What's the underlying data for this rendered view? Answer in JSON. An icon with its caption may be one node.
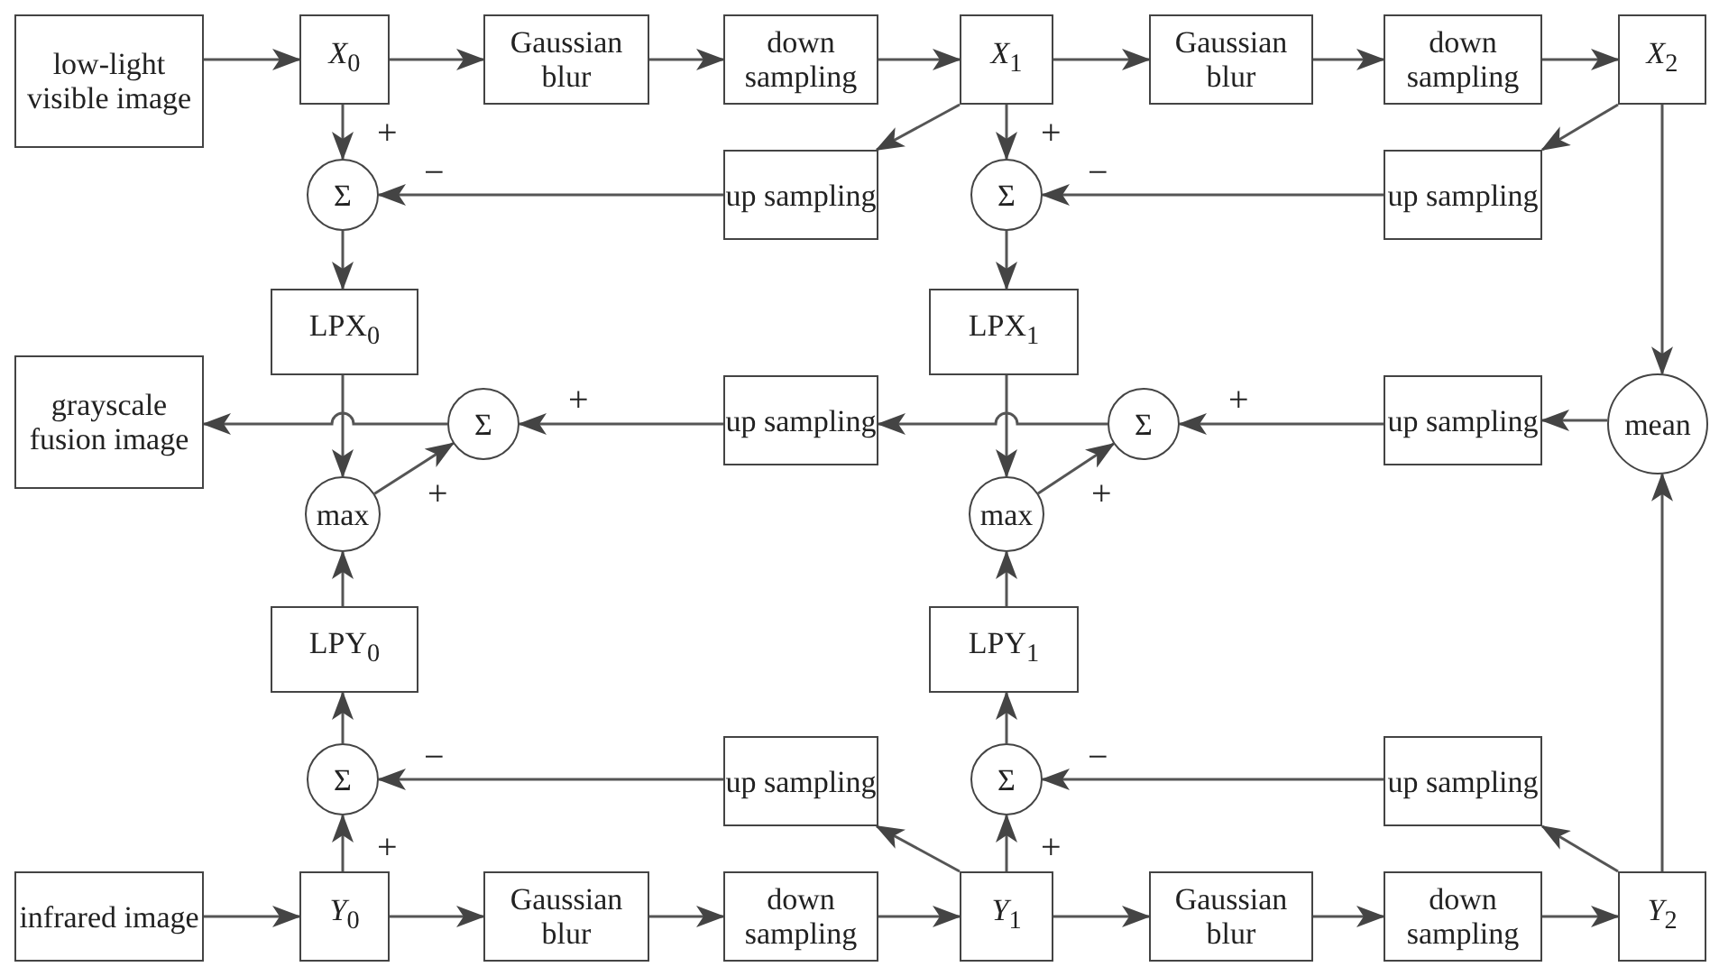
{
  "diagram": {
    "nodes": [
      {
        "text": [
          "low-light visible image"
        ]
      },
      {
        "text": [
          "*X*$_{0}$"
        ]
      },
      {
        "text": [
          "Gaussian blur"
        ]
      },
      {
        "text": [
          "down sampling"
        ]
      },
      {
        "text": [
          "*X*$_{1}$"
        ]
      },
      {
        "text": [
          "Gaussian blur"
        ]
      },
      {
        "text": [
          "down sampling"
        ]
      },
      {
        "text": [
          "*X*$_{2}$"
        ]
      },
      {
        "text": [
          "Σ"
        ]
      },
      {
        "text": [
          "up sampling"
        ]
      },
      {
        "text": [
          "Σ"
        ]
      },
      {
        "text": [
          "up sampling"
        ]
      },
      {
        "text": [
          "LPX$_{0}$"
        ]
      },
      {
        "text": [
          "LPX$_{1}$"
        ]
      },
      {
        "text": [
          "grayscale fusion image"
        ]
      },
      {
        "text": [
          "Σ"
        ]
      },
      {
        "text": [
          "up sampling"
        ]
      },
      {
        "text": [
          "Σ"
        ]
      },
      {
        "text": [
          "up sampling"
        ]
      },
      {
        "text": [
          "mean"
        ]
      },
      {
        "text": [
          "max"
        ]
      },
      {
        "text": [
          "max"
        ]
      },
      {
        "text": [
          "LPY$_{0}$"
        ]
      },
      {
        "text": [
          "LPY$_{1}$"
        ]
      },
      {
        "text": [
          "Σ"
        ]
      },
      {
        "text": [
          "up sampling"
        ]
      },
      {
        "text": [
          "Σ"
        ]
      },
      {
        "text": [
          "up sampling"
        ]
      },
      {
        "text": [
          "infrared image"
        ]
      },
      {
        "text": [
          "*Y*$_{0}$"
        ]
      },
      {
        "text": [
          "Gaussian blur"
        ]
      },
      {
        "text": [
          "down sampling"
        ]
      },
      {
        "text": [
          "*Y*$_{1}$"
        ]
      },
      {
        "text": [
          "Gaussian blur"
        ]
      },
      {
        "text": [
          "down sampling"
        ]
      },
      {
        "text": [
          "*Y*$_{2}$"
        ]
      }
    ],
    "edges": [
      {
        "from": 0,
        "to": 1,
        "arrow": "to"
      },
      {
        "from": 1,
        "to": 2,
        "arrow": "to"
      },
      {
        "from": 2,
        "to": 3,
        "arrow": "to"
      },
      {
        "from": 3,
        "to": 4,
        "arrow": "to"
      },
      {
        "from": 4,
        "to": 5,
        "arrow": "to"
      },
      {
        "from": 5,
        "to": 6,
        "arrow": "to"
      },
      {
        "from": 6,
        "to": 7,
        "arrow": "to"
      },
      {
        "from": 1,
        "to": 8,
        "arrow": "to",
        "label": "+"
      },
      {
        "from": 4,
        "to": 9,
        "arrow": "to"
      },
      {
        "from": 9,
        "to": 8,
        "arrow": "to",
        "label": "−"
      },
      {
        "from": 4,
        "to": 10,
        "arrow": "to",
        "label": "+"
      },
      {
        "from": 7,
        "to": 11,
        "arrow": "to"
      },
      {
        "from": 11,
        "to": 10,
        "arrow": "to",
        "label": "−"
      },
      {
        "from": 8,
        "to": 12,
        "arrow": "to"
      },
      {
        "from": 10,
        "to": 13,
        "arrow": "to"
      },
      {
        "from": 7,
        "to": 19,
        "arrow": "to"
      },
      {
        "from": 12,
        "to": 20,
        "arrow": "to"
      },
      {
        "from": 20,
        "to": 15,
        "arrow": "to",
        "label": "+"
      },
      {
        "from": 16,
        "to": 15,
        "arrow": "to",
        "label": "+"
      },
      {
        "from": 15,
        "to": 14,
        "arrow": "to"
      },
      {
        "from": 13,
        "to": 21,
        "arrow": "to"
      },
      {
        "from": 21,
        "to": 17,
        "arrow": "to",
        "label": "+"
      },
      {
        "from": 17,
        "to": 16,
        "arrow": "to"
      },
      {
        "from": 18,
        "to": 17,
        "arrow": "to",
        "label": "+"
      },
      {
        "from": 19,
        "to": 18,
        "arrow": "to"
      },
      {
        "from": 22,
        "to": 20,
        "arrow": "to"
      },
      {
        "from": 23,
        "to": 21,
        "arrow": "to"
      },
      {
        "from": 24,
        "to": 22,
        "arrow": "to"
      },
      {
        "from": 26,
        "to": 23,
        "arrow": "to"
      },
      {
        "from": 29,
        "to": 24,
        "arrow": "to",
        "label": "+"
      },
      {
        "from": 25,
        "to": 24,
        "arrow": "to",
        "label": "−"
      },
      {
        "from": 32,
        "to": 25,
        "arrow": "to"
      },
      {
        "from": 32,
        "to": 26,
        "arrow": "to",
        "label": "+"
      },
      {
        "from": 27,
        "to": 26,
        "arrow": "to",
        "label": "−"
      },
      {
        "from": 35,
        "to": 27,
        "arrow": "to"
      },
      {
        "from": 35,
        "to": 19,
        "arrow": "to"
      },
      {
        "from": 28,
        "to": 29,
        "arrow": "to"
      },
      {
        "from": 29,
        "to": 30,
        "arrow": "to"
      },
      {
        "from": 30,
        "to": 31,
        "arrow": "to"
      },
      {
        "from": 31,
        "to": 32,
        "arrow": "to"
      },
      {
        "from": 32,
        "to": 33,
        "arrow": "to"
      },
      {
        "from": 33,
        "to": 34,
        "arrow": "to"
      },
      {
        "from": 34,
        "to": 35,
        "arrow": "to"
      }
    ]
  }
}
